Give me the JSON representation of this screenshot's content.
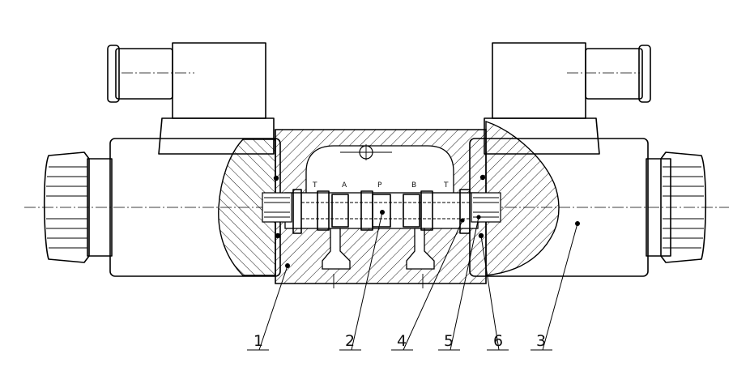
{
  "diagram": {
    "callouts": [
      {
        "id": "c1",
        "label": "1"
      },
      {
        "id": "c2",
        "label": "2"
      },
      {
        "id": "c4",
        "label": "4"
      },
      {
        "id": "c5",
        "label": "5"
      },
      {
        "id": "c6",
        "label": "6"
      },
      {
        "id": "c3",
        "label": "3"
      }
    ],
    "ports": {
      "t_left": "T",
      "a": "A",
      "p": "P",
      "b": "B",
      "t_right": "T"
    },
    "colors": {
      "line": "#000000",
      "background": "#ffffff"
    }
  }
}
